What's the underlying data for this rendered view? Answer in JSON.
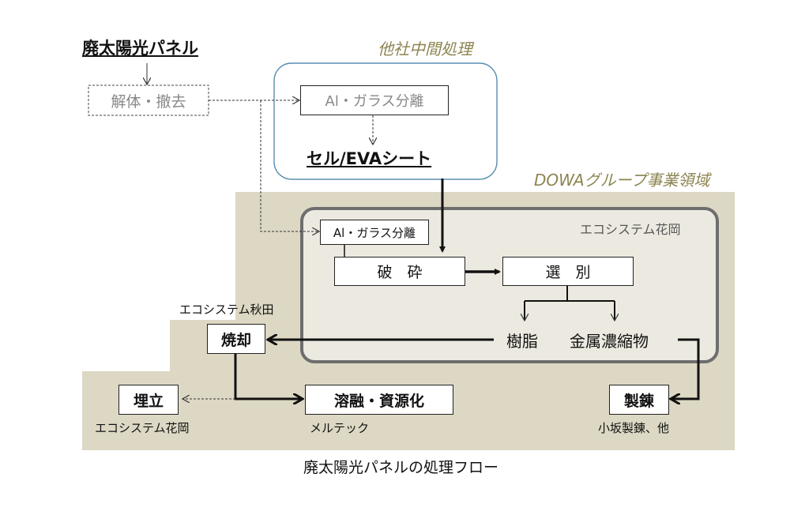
{
  "source": {
    "panel_title": "廃太陽光パネル",
    "dismantle": "解体・撤去"
  },
  "other_company": {
    "label": "他社中間処理",
    "al_glass": "Al・ガラス分離",
    "cell_eva": "セル/EVAシート"
  },
  "dowa": {
    "label": "DOWAグループ事業領域"
  },
  "hanaoka": {
    "label": "エコシステム花岡",
    "al_glass": "Al・ガラス分離",
    "crush": "破　砕",
    "sort": "選　別",
    "resin": "樹脂",
    "metal_conc": "金属濃縮物"
  },
  "akita": {
    "label": "エコシステム秋田",
    "incineration": "焼却"
  },
  "landfill": {
    "label": "埋立",
    "operator": "エコシステム花岡"
  },
  "smelting": {
    "label": "溶融・資源化",
    "operator": "メルテック"
  },
  "refining": {
    "label": "製錬",
    "operator": "小坂製錬、他"
  },
  "caption": "廃太陽光パネルの処理フロー",
  "colors": {
    "region_fill": "#dcd8c4",
    "inner_fill": "#eceae0",
    "label_olive": "#8c8450",
    "blue_border": "#5a8fb0",
    "inner_border": "#6e6e6e"
  }
}
